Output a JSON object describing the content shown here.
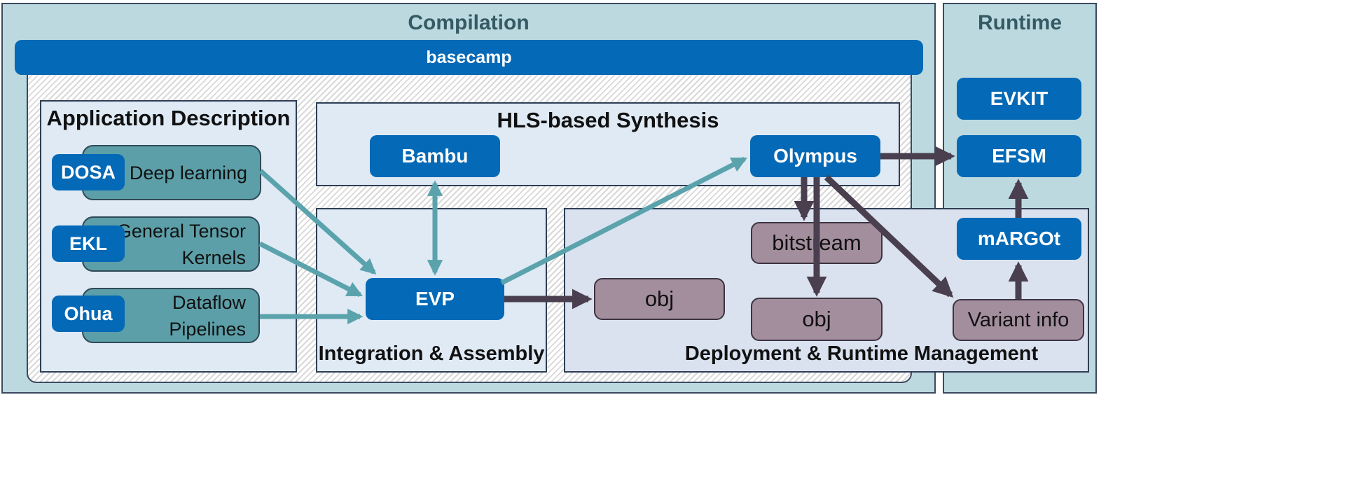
{
  "sections": {
    "compilation": "Compilation",
    "runtime": "Runtime"
  },
  "banner": "basecamp",
  "panels": {
    "app_description": "Application Description",
    "hls": "HLS-based Synthesis",
    "integration": "Integration & Assembly",
    "deployment": "Deployment & Runtime Management"
  },
  "apps": [
    {
      "tool": "DOSA",
      "line1": "Deep learning",
      "line2": ""
    },
    {
      "tool": "EKL",
      "line1": "General Tensor",
      "line2": "Kernels"
    },
    {
      "tool": "Ohua",
      "line1": "Dataflow",
      "line2": "Pipelines"
    }
  ],
  "nodes": {
    "bambu": "Bambu",
    "olympus": "Olympus",
    "evp": "EVP",
    "obj1": "obj",
    "bitstream": "bitstream",
    "obj2": "obj",
    "variant": "Variant info",
    "evkit": "EVKIT",
    "efsm": "EFSM",
    "margot": "mARGOt"
  },
  "colors": {
    "section_bg": "#bcd9e0",
    "panel_bg": "#dfeaf5",
    "tool_blue": "#0469b6",
    "app_teal": "#5c9fa8",
    "artifact_mauve": "#a38e9d",
    "arrow_teal": "#5ba3ac",
    "arrow_dark": "#4a3f4f"
  }
}
